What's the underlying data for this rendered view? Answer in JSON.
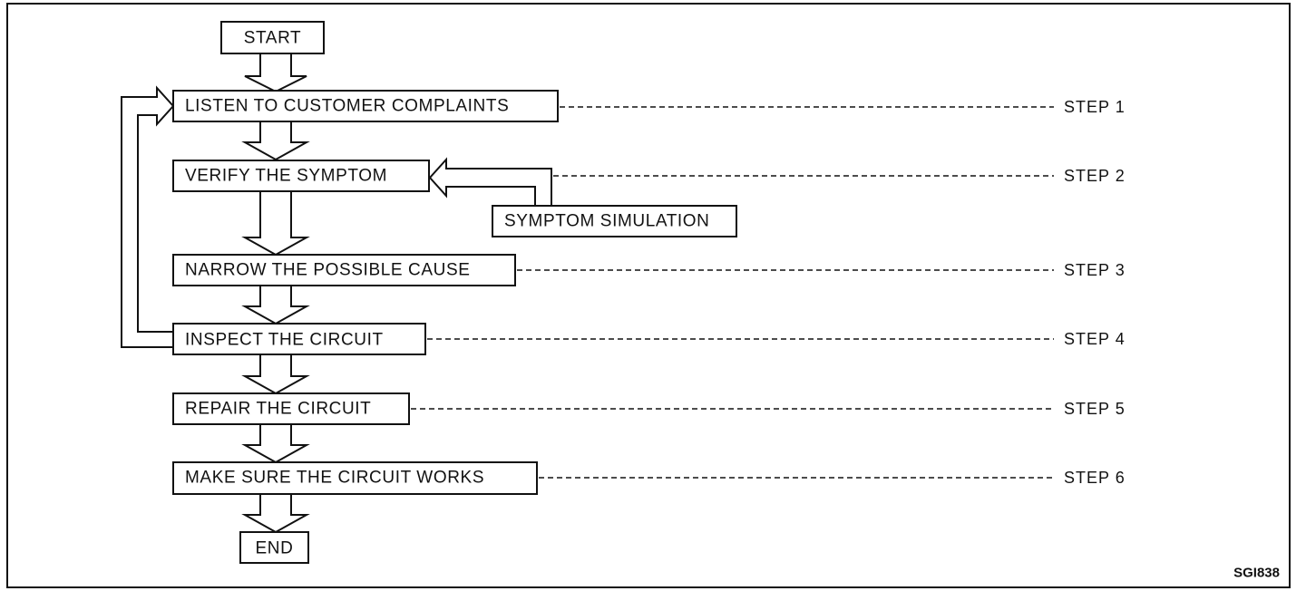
{
  "figure_code": "SGI838",
  "flow": {
    "start": "START",
    "end": "END",
    "steps": [
      {
        "label": "LISTEN TO CUSTOMER COMPLAINTS",
        "step": "STEP 1"
      },
      {
        "label": "VERIFY THE SYMPTOM",
        "step": "STEP 2"
      },
      {
        "label": "NARROW THE POSSIBLE CAUSE",
        "step": "STEP 3"
      },
      {
        "label": "INSPECT THE CIRCUIT",
        "step": "STEP 4"
      },
      {
        "label": "REPAIR THE CIRCUIT",
        "step": "STEP 5"
      },
      {
        "label": "MAKE SURE THE CIRCUIT WORKS",
        "step": "STEP 6"
      }
    ],
    "side_box": {
      "label": "SYMPTOM SIMULATION"
    }
  }
}
